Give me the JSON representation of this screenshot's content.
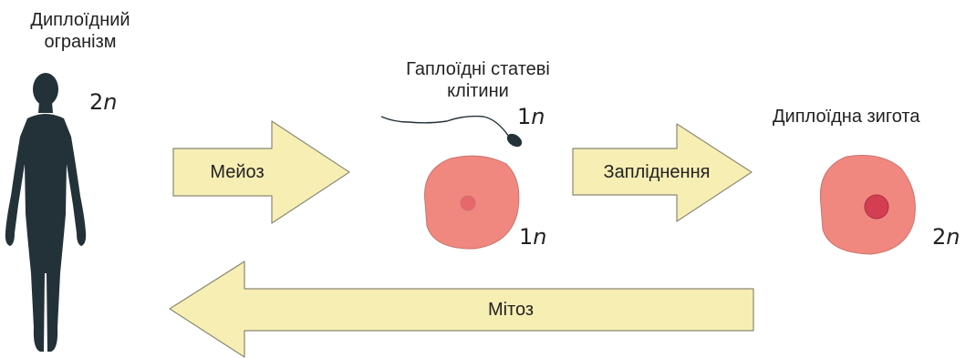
{
  "colors": {
    "figure": "#233238",
    "arrow_fill": "#f6eeb3",
    "arrow_stroke": "#8a8874",
    "cell_fill": "#f08880",
    "cell_stroke": "#c8756d",
    "haploid_nucleus": "#e8676a",
    "zygote_nucleus": "#d33e52",
    "sperm": "#233238"
  },
  "diploid_organism": {
    "label_line1": "Диплоїдний",
    "label_line2": "огранізм",
    "ploidy_number": "2",
    "ploidy_letter": "n",
    "icon": "human-silhouette-icon"
  },
  "gametes": {
    "label_line1": "Гаплоїдні статеві",
    "label_line2": "клітини",
    "sperm_ploidy_number": "1",
    "sperm_ploidy_letter": "n",
    "egg_ploidy_number": "1",
    "egg_ploidy_letter": "n"
  },
  "zygote": {
    "label": "Диплоїдна зигота",
    "ploidy_number": "2",
    "ploidy_letter": "n"
  },
  "arrows": {
    "meiosis": "Мейоз",
    "fertilization": "Запліднення",
    "mitosis": "Мітоз"
  }
}
